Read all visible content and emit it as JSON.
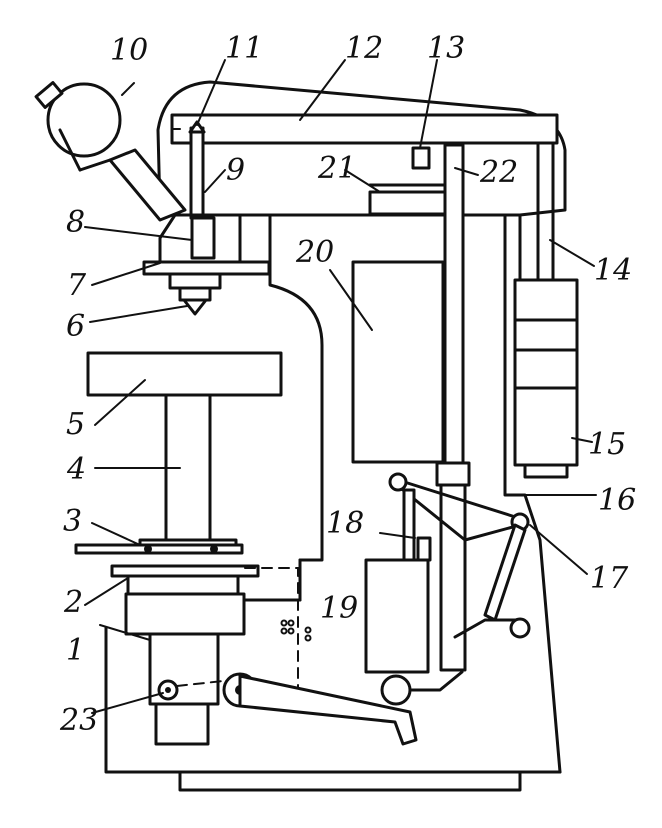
{
  "diagram": {
    "labels": [
      {
        "id": "1",
        "text": "1"
      },
      {
        "id": "2",
        "text": "2"
      },
      {
        "id": "3",
        "text": "3"
      },
      {
        "id": "4",
        "text": "4"
      },
      {
        "id": "5",
        "text": "5"
      },
      {
        "id": "6",
        "text": "6"
      },
      {
        "id": "7",
        "text": "7"
      },
      {
        "id": "8",
        "text": "8"
      },
      {
        "id": "9",
        "text": "9"
      },
      {
        "id": "10",
        "text": "10"
      },
      {
        "id": "11",
        "text": "11"
      },
      {
        "id": "12",
        "text": "12"
      },
      {
        "id": "13",
        "text": "13"
      },
      {
        "id": "14",
        "text": "14"
      },
      {
        "id": "15",
        "text": "15"
      },
      {
        "id": "16",
        "text": "16"
      },
      {
        "id": "17",
        "text": "17"
      },
      {
        "id": "18",
        "text": "18"
      },
      {
        "id": "19",
        "text": "19"
      },
      {
        "id": "20",
        "text": "20"
      },
      {
        "id": "21",
        "text": "21"
      },
      {
        "id": "22",
        "text": "22"
      },
      {
        "id": "23",
        "text": "23"
      }
    ]
  }
}
